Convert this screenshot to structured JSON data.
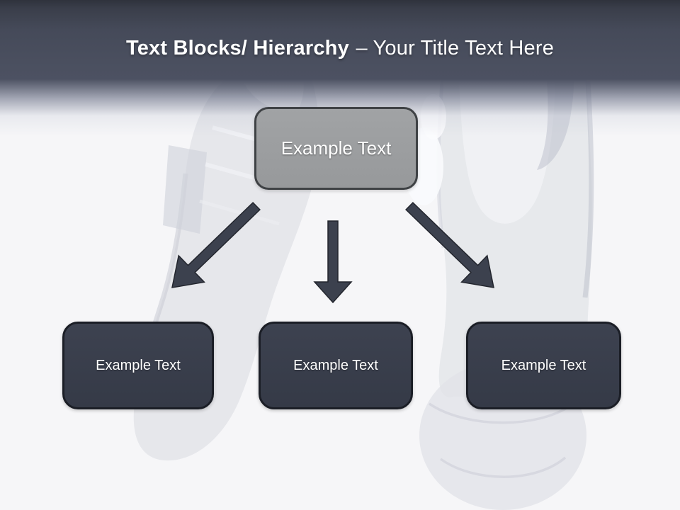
{
  "header": {
    "title_bold": "Text Blocks/ Hierarchy",
    "title_regular": "– Your Title Text Here"
  },
  "diagram": {
    "root": {
      "label": "Example Text"
    },
    "children": [
      {
        "label": "Example Text"
      },
      {
        "label": "Example Text"
      },
      {
        "label": "Example Text"
      }
    ],
    "arrow_directions": [
      "down-left",
      "down",
      "down-right"
    ]
  },
  "colors": {
    "header_top": "#2f323c",
    "header_main": "#4b5060",
    "root_fill": "#9a9c9e",
    "root_border": "#3f4245",
    "child_fill": "#3a3f4c",
    "child_border": "#1b1e26",
    "arrow": "#3c414e",
    "text": "#ffffff",
    "background": "#f6f6f8"
  },
  "background": {
    "description": "faded grayscale photo of hanging soccer cleats"
  }
}
